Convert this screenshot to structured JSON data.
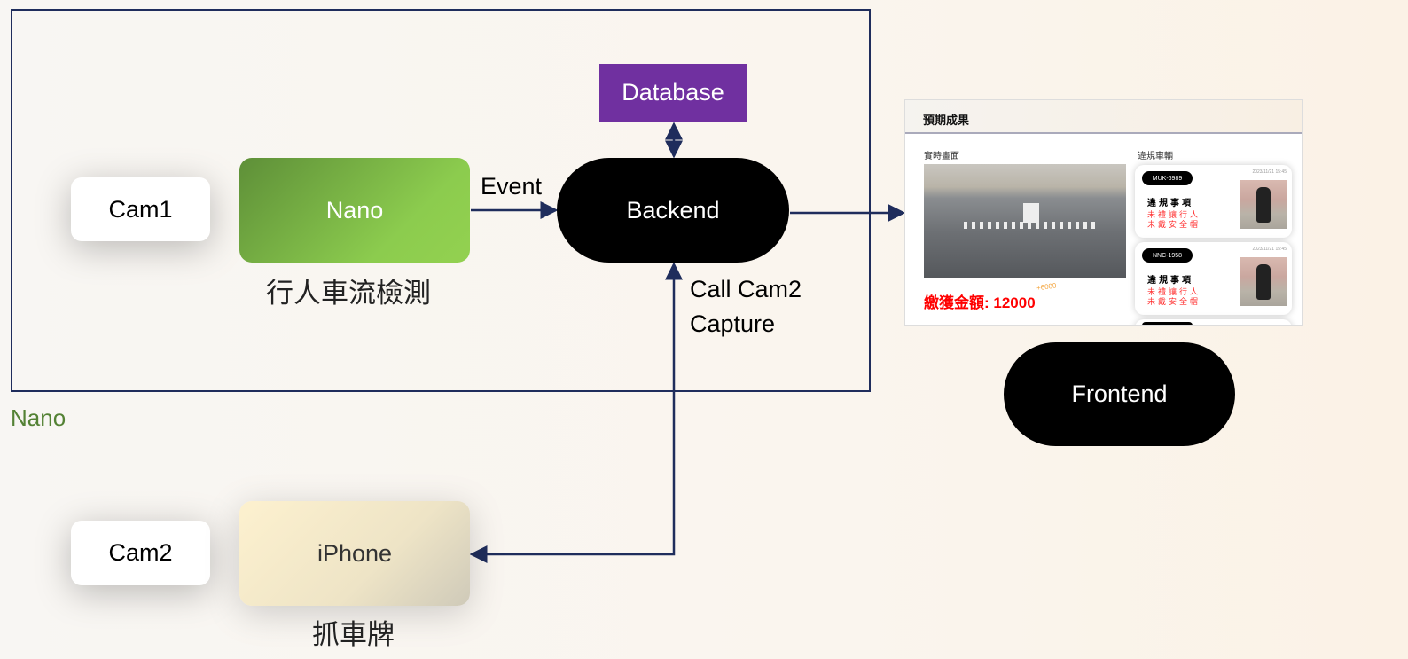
{
  "frame": {
    "label": "Nano",
    "color": "#548235"
  },
  "nodes": {
    "cam1": "Cam1",
    "nano": "Nano",
    "nano_caption": "行人車流檢測",
    "backend": "Backend",
    "database": "Database",
    "cam2": "Cam2",
    "iphone": "iPhone",
    "iphone_caption": "抓車牌",
    "frontend": "Frontend"
  },
  "edges": {
    "event": "Event",
    "call_line1": "Call Cam2",
    "call_line2": "Capture"
  },
  "colors": {
    "line": "#1f2d5c",
    "database": "#7030a0",
    "fine": "#ff0000"
  },
  "screenshot": {
    "title": "預期成果",
    "live_label": "實時畫面",
    "violations_label": "違規車輛",
    "fine": "繳獲金額: 12000",
    "bonus": "+6000",
    "cards": [
      {
        "plate": "MUK-6989",
        "time": "2023/11/21 15:45",
        "heading": "違規事項",
        "items": [
          "未禮讓行人",
          "未戴安全帽"
        ]
      },
      {
        "plate": "NNC-1958",
        "time": "2023/11/21 15:45",
        "heading": "違規事項",
        "items": [
          "未禮讓行人",
          "未戴安全帽"
        ]
      }
    ]
  }
}
